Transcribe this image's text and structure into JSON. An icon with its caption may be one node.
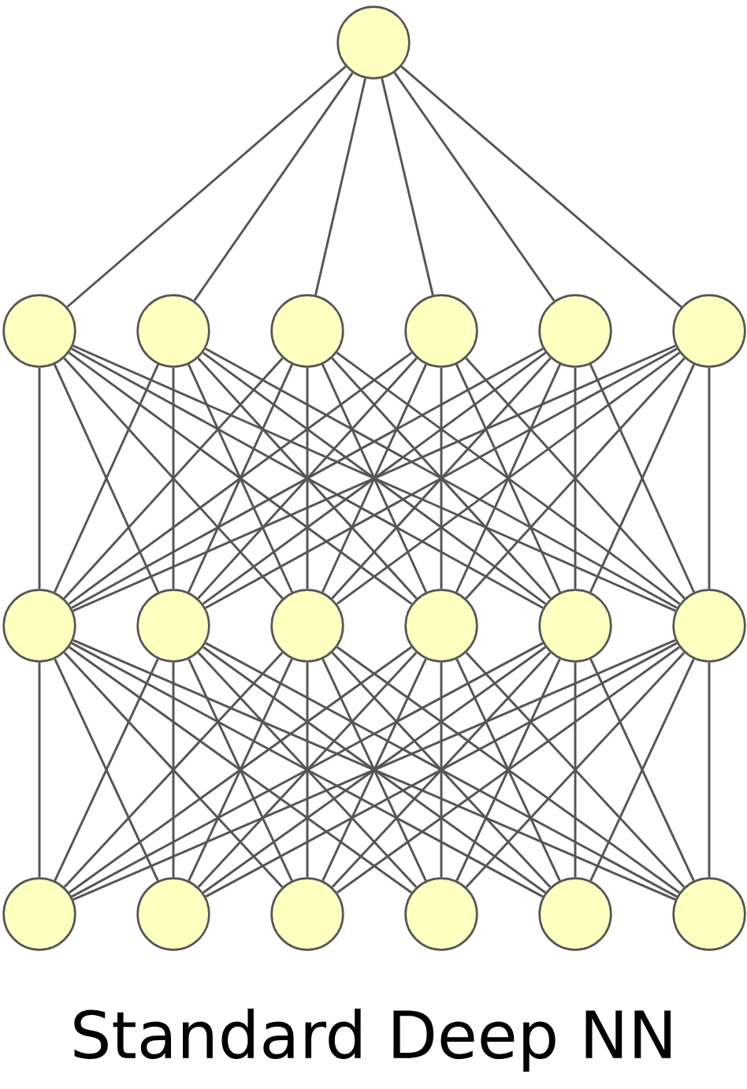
{
  "diagram": {
    "caption": "Standard Deep NN",
    "nodes": [
      {
        "text": [],
        "shape": "circle"
      },
      {
        "text": [],
        "shape": "circle"
      },
      {
        "text": [],
        "shape": "circle"
      },
      {
        "text": [],
        "shape": "circle"
      },
      {
        "text": [],
        "shape": "circle"
      },
      {
        "text": [],
        "shape": "circle"
      },
      {
        "text": [],
        "shape": "circle"
      },
      {
        "text": [],
        "shape": "circle"
      },
      {
        "text": [],
        "shape": "circle"
      },
      {
        "text": [],
        "shape": "circle"
      },
      {
        "text": [],
        "shape": "circle"
      },
      {
        "text": [],
        "shape": "circle"
      },
      {
        "text": [],
        "shape": "circle"
      },
      {
        "text": [],
        "shape": "circle"
      },
      {
        "text": [],
        "shape": "circle"
      },
      {
        "text": [],
        "shape": "circle"
      },
      {
        "text": [],
        "shape": "circle"
      },
      {
        "text": [],
        "shape": "circle"
      },
      {
        "text": [],
        "shape": "circle"
      }
    ],
    "edges": [
      {
        "from": 0,
        "to": 1,
        "arrow": "none"
      },
      {
        "from": 0,
        "to": 2,
        "arrow": "none"
      },
      {
        "from": 0,
        "to": 3,
        "arrow": "none"
      },
      {
        "from": 0,
        "to": 4,
        "arrow": "none"
      },
      {
        "from": 0,
        "to": 5,
        "arrow": "none"
      },
      {
        "from": 0,
        "to": 6,
        "arrow": "none"
      },
      {
        "from": 1,
        "to": 7,
        "arrow": "none"
      },
      {
        "from": 1,
        "to": 8,
        "arrow": "none"
      },
      {
        "from": 1,
        "to": 9,
        "arrow": "none"
      },
      {
        "from": 1,
        "to": 10,
        "arrow": "none"
      },
      {
        "from": 1,
        "to": 11,
        "arrow": "none"
      },
      {
        "from": 1,
        "to": 12,
        "arrow": "none"
      },
      {
        "from": 2,
        "to": 7,
        "arrow": "none"
      },
      {
        "from": 2,
        "to": 8,
        "arrow": "none"
      },
      {
        "from": 2,
        "to": 9,
        "arrow": "none"
      },
      {
        "from": 2,
        "to": 10,
        "arrow": "none"
      },
      {
        "from": 2,
        "to": 11,
        "arrow": "none"
      },
      {
        "from": 2,
        "to": 12,
        "arrow": "none"
      },
      {
        "from": 3,
        "to": 7,
        "arrow": "none"
      },
      {
        "from": 3,
        "to": 8,
        "arrow": "none"
      },
      {
        "from": 3,
        "to": 9,
        "arrow": "none"
      },
      {
        "from": 3,
        "to": 10,
        "arrow": "none"
      },
      {
        "from": 3,
        "to": 11,
        "arrow": "none"
      },
      {
        "from": 3,
        "to": 12,
        "arrow": "none"
      },
      {
        "from": 4,
        "to": 7,
        "arrow": "none"
      },
      {
        "from": 4,
        "to": 8,
        "arrow": "none"
      },
      {
        "from": 4,
        "to": 9,
        "arrow": "none"
      },
      {
        "from": 4,
        "to": 10,
        "arrow": "none"
      },
      {
        "from": 4,
        "to": 11,
        "arrow": "none"
      },
      {
        "from": 4,
        "to": 12,
        "arrow": "none"
      },
      {
        "from": 5,
        "to": 7,
        "arrow": "none"
      },
      {
        "from": 5,
        "to": 8,
        "arrow": "none"
      },
      {
        "from": 5,
        "to": 9,
        "arrow": "none"
      },
      {
        "from": 5,
        "to": 10,
        "arrow": "none"
      },
      {
        "from": 5,
        "to": 11,
        "arrow": "none"
      },
      {
        "from": 5,
        "to": 12,
        "arrow": "none"
      },
      {
        "from": 6,
        "to": 7,
        "arrow": "none"
      },
      {
        "from": 6,
        "to": 8,
        "arrow": "none"
      },
      {
        "from": 6,
        "to": 9,
        "arrow": "none"
      },
      {
        "from": 6,
        "to": 10,
        "arrow": "none"
      },
      {
        "from": 6,
        "to": 11,
        "arrow": "none"
      },
      {
        "from": 6,
        "to": 12,
        "arrow": "none"
      },
      {
        "from": 7,
        "to": 13,
        "arrow": "none"
      },
      {
        "from": 7,
        "to": 14,
        "arrow": "none"
      },
      {
        "from": 7,
        "to": 15,
        "arrow": "none"
      },
      {
        "from": 7,
        "to": 16,
        "arrow": "none"
      },
      {
        "from": 7,
        "to": 17,
        "arrow": "none"
      },
      {
        "from": 7,
        "to": 18,
        "arrow": "none"
      },
      {
        "from": 8,
        "to": 13,
        "arrow": "none"
      },
      {
        "from": 8,
        "to": 14,
        "arrow": "none"
      },
      {
        "from": 8,
        "to": 15,
        "arrow": "none"
      },
      {
        "from": 8,
        "to": 16,
        "arrow": "none"
      },
      {
        "from": 8,
        "to": 17,
        "arrow": "none"
      },
      {
        "from": 8,
        "to": 18,
        "arrow": "none"
      },
      {
        "from": 9,
        "to": 13,
        "arrow": "none"
      },
      {
        "from": 9,
        "to": 14,
        "arrow": "none"
      },
      {
        "from": 9,
        "to": 15,
        "arrow": "none"
      },
      {
        "from": 9,
        "to": 16,
        "arrow": "none"
      },
      {
        "from": 9,
        "to": 17,
        "arrow": "none"
      },
      {
        "from": 9,
        "to": 18,
        "arrow": "none"
      },
      {
        "from": 10,
        "to": 13,
        "arrow": "none"
      },
      {
        "from": 10,
        "to": 14,
        "arrow": "none"
      },
      {
        "from": 10,
        "to": 15,
        "arrow": "none"
      },
      {
        "from": 10,
        "to": 16,
        "arrow": "none"
      },
      {
        "from": 10,
        "to": 17,
        "arrow": "none"
      },
      {
        "from": 10,
        "to": 18,
        "arrow": "none"
      },
      {
        "from": 11,
        "to": 13,
        "arrow": "none"
      },
      {
        "from": 11,
        "to": 14,
        "arrow": "none"
      },
      {
        "from": 11,
        "to": 15,
        "arrow": "none"
      },
      {
        "from": 11,
        "to": 16,
        "arrow": "none"
      },
      {
        "from": 11,
        "to": 17,
        "arrow": "none"
      },
      {
        "from": 11,
        "to": 18,
        "arrow": "none"
      },
      {
        "from": 12,
        "to": 13,
        "arrow": "none"
      },
      {
        "from": 12,
        "to": 14,
        "arrow": "none"
      },
      {
        "from": 12,
        "to": 15,
        "arrow": "none"
      },
      {
        "from": 12,
        "to": 16,
        "arrow": "none"
      },
      {
        "from": 12,
        "to": 17,
        "arrow": "none"
      },
      {
        "from": 12,
        "to": 18,
        "arrow": "none"
      }
    ]
  }
}
